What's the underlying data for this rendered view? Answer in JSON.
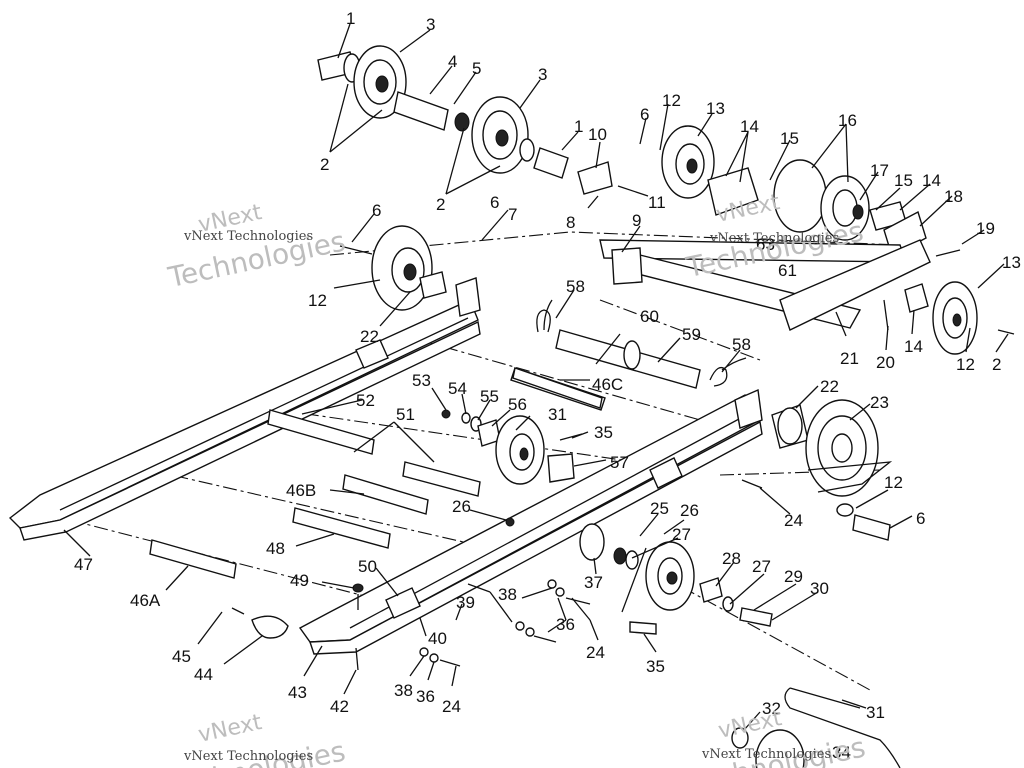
{
  "watermark": {
    "line1": "vNext",
    "line2": "Technologies",
    "inline": "vNext Technologies"
  },
  "callouts": [
    "1",
    "3",
    "4",
    "5",
    "3",
    "2",
    "2",
    "1",
    "10",
    "11",
    "8",
    "6",
    "12",
    "13",
    "14",
    "15",
    "16",
    "17",
    "15",
    "14",
    "18",
    "19",
    "13",
    "9",
    "6",
    "7",
    "6",
    "12",
    "22",
    "63",
    "61",
    "21",
    "20",
    "14",
    "12",
    "2",
    "58",
    "60",
    "59",
    "58",
    "46C",
    "53",
    "54",
    "55",
    "56",
    "31",
    "35",
    "57",
    "22",
    "23",
    "52",
    "51",
    "46B",
    "26",
    "25",
    "26",
    "27",
    "48",
    "47",
    "46A",
    "49",
    "50",
    "39",
    "38",
    "36",
    "24",
    "37",
    "28",
    "27",
    "29",
    "30",
    "12",
    "6",
    "24",
    "45",
    "44",
    "40",
    "43",
    "42",
    "38",
    "36",
    "24",
    "35",
    "31",
    "32",
    "34"
  ]
}
